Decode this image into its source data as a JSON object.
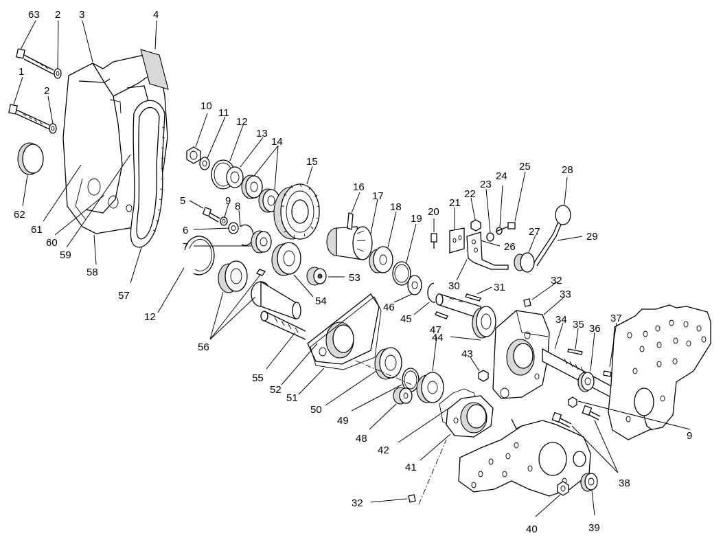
{
  "diagram": {
    "callouts": [
      {
        "id": "c63",
        "text": "63"
      },
      {
        "id": "c2a",
        "text": "2"
      },
      {
        "id": "c3",
        "text": "3"
      },
      {
        "id": "c4",
        "text": "4"
      },
      {
        "id": "c1",
        "text": "1"
      },
      {
        "id": "c2b",
        "text": "2"
      },
      {
        "id": "c62",
        "text": "62"
      },
      {
        "id": "c61",
        "text": "61"
      },
      {
        "id": "c60",
        "text": "60"
      },
      {
        "id": "c59",
        "text": "59"
      },
      {
        "id": "c58",
        "text": "58"
      },
      {
        "id": "c57",
        "text": "57"
      },
      {
        "id": "c10",
        "text": "10"
      },
      {
        "id": "c11",
        "text": "11"
      },
      {
        "id": "c12a",
        "text": "12"
      },
      {
        "id": "c13",
        "text": "13"
      },
      {
        "id": "c14",
        "text": "14"
      },
      {
        "id": "c15",
        "text": "15"
      },
      {
        "id": "c5",
        "text": "5"
      },
      {
        "id": "c9a",
        "text": "9"
      },
      {
        "id": "c8",
        "text": "8"
      },
      {
        "id": "c6",
        "text": "6"
      },
      {
        "id": "c7",
        "text": "7"
      },
      {
        "id": "c12b",
        "text": "12"
      },
      {
        "id": "c56",
        "text": "56"
      },
      {
        "id": "c16",
        "text": "16"
      },
      {
        "id": "c17",
        "text": "17"
      },
      {
        "id": "c18",
        "text": "18"
      },
      {
        "id": "c19",
        "text": "19"
      },
      {
        "id": "c20",
        "text": "20"
      },
      {
        "id": "c21",
        "text": "21"
      },
      {
        "id": "c22",
        "text": "22"
      },
      {
        "id": "c23",
        "text": "23"
      },
      {
        "id": "c24",
        "text": "24"
      },
      {
        "id": "c25",
        "text": "25"
      },
      {
        "id": "c26",
        "text": "26"
      },
      {
        "id": "c27",
        "text": "27"
      },
      {
        "id": "c28",
        "text": "28"
      },
      {
        "id": "c29",
        "text": "29"
      },
      {
        "id": "c53",
        "text": "53"
      },
      {
        "id": "c54",
        "text": "54"
      },
      {
        "id": "c46",
        "text": "46"
      },
      {
        "id": "c45",
        "text": "45"
      },
      {
        "id": "c30",
        "text": "30"
      },
      {
        "id": "c31",
        "text": "31"
      },
      {
        "id": "c32a",
        "text": "32"
      },
      {
        "id": "c33",
        "text": "33"
      },
      {
        "id": "c34",
        "text": "34"
      },
      {
        "id": "c35",
        "text": "35"
      },
      {
        "id": "c36",
        "text": "36"
      },
      {
        "id": "c37",
        "text": "37"
      },
      {
        "id": "c44",
        "text": "44"
      },
      {
        "id": "c47",
        "text": "47"
      },
      {
        "id": "c43",
        "text": "43"
      },
      {
        "id": "c55",
        "text": "55"
      },
      {
        "id": "c52",
        "text": "52"
      },
      {
        "id": "c51",
        "text": "51"
      },
      {
        "id": "c50",
        "text": "50"
      },
      {
        "id": "c49",
        "text": "49"
      },
      {
        "id": "c48",
        "text": "48"
      },
      {
        "id": "c42",
        "text": "42"
      },
      {
        "id": "c41",
        "text": "41"
      },
      {
        "id": "c9b",
        "text": "9"
      },
      {
        "id": "c38",
        "text": "38"
      },
      {
        "id": "c32b",
        "text": "32"
      },
      {
        "id": "c40",
        "text": "40"
      },
      {
        "id": "c39",
        "text": "39"
      }
    ]
  }
}
